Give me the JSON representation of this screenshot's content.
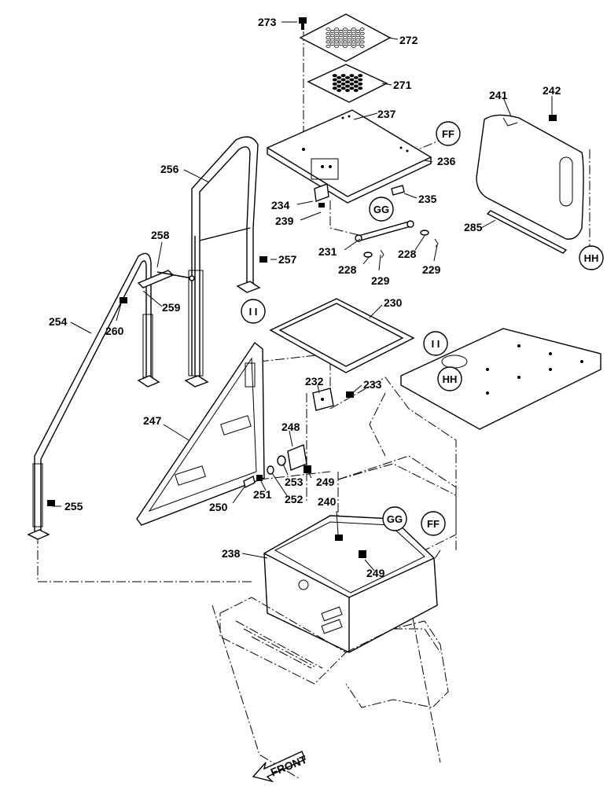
{
  "part_labels": {
    "p273": "273",
    "p272": "272",
    "p271": "271",
    "p237": "237",
    "p236": "236",
    "p235": "235",
    "p234": "234",
    "p239": "239",
    "p256": "256",
    "p258": "258",
    "p257": "257",
    "p259": "259",
    "p260": "260",
    "p254": "254",
    "p231": "231",
    "p228a": "228",
    "p229a": "229",
    "p228b": "228",
    "p229b": "229",
    "p230": "230",
    "p241": "241",
    "p242": "242",
    "p285": "285",
    "p232": "232",
    "p233": "233",
    "p247": "247",
    "p248": "248",
    "p253": "253",
    "p249a": "249",
    "p251": "251",
    "p252": "252",
    "p250": "250",
    "p255": "255",
    "p240": "240",
    "p238": "238",
    "p249b": "249"
  },
  "callouts": {
    "ff1": "FF",
    "gg1": "GG",
    "hh1": "HH",
    "ii1": "I I",
    "ii2": "I I",
    "hh2": "HH",
    "gg2": "GG",
    "ff2": "FF"
  },
  "front_label": "FRONT"
}
